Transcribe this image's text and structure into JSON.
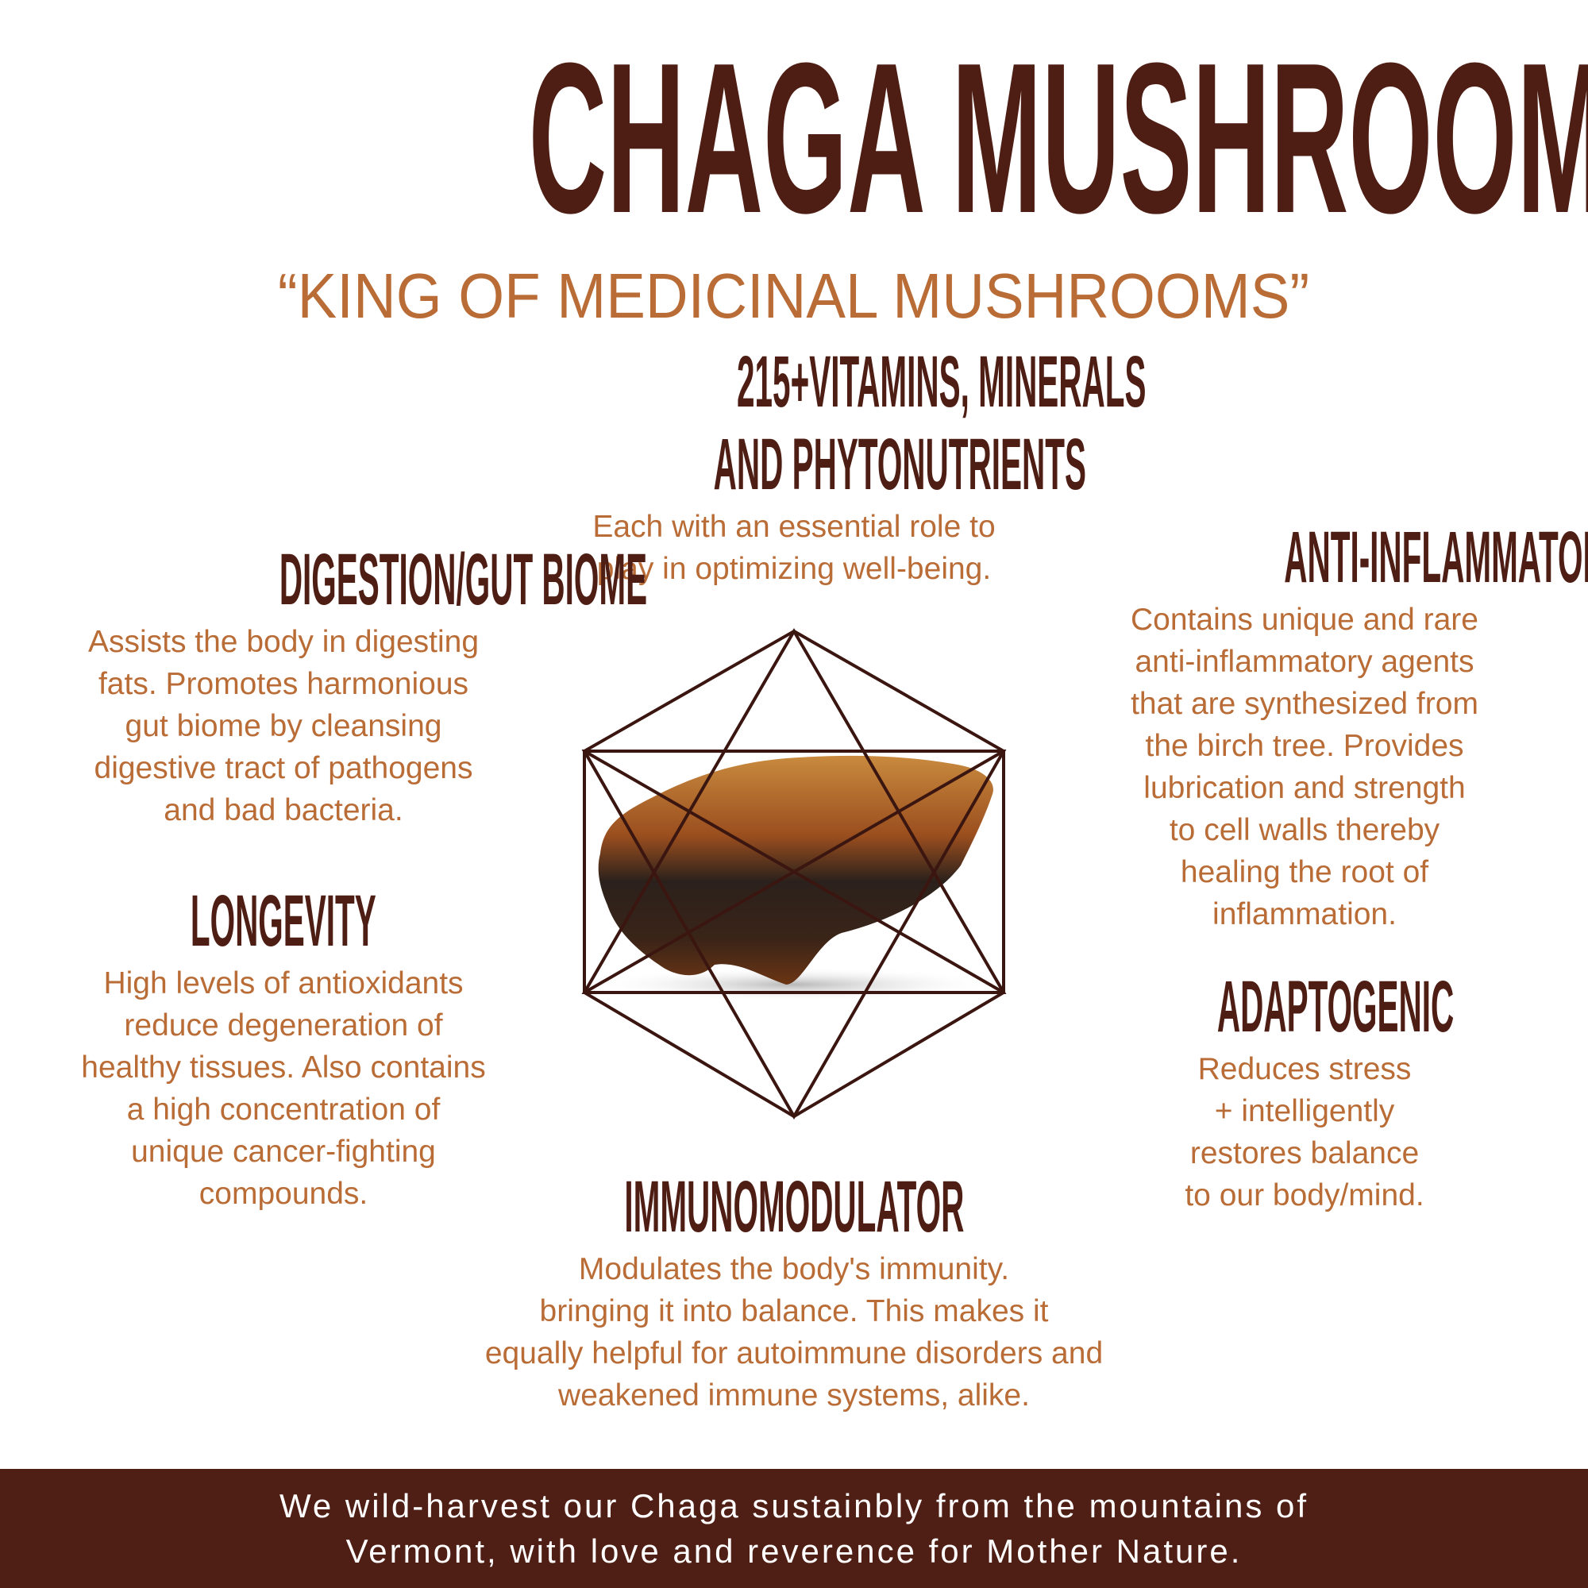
{
  "colors": {
    "dark_brown": "#4e1e14",
    "orange": "#b96c36",
    "footer_bg": "#4f1f15"
  },
  "header": {
    "title": "CHAGA MUSHROOM",
    "subtitle": "“KING OF MEDICINAL MUSHROOMS”"
  },
  "sections": {
    "vitamins": {
      "heading": [
        "215+VITAMINS, MINERALS",
        "AND PHYTONUTRIENTS"
      ],
      "body": [
        "Each with an essential role to",
        "play in optimizing well-being."
      ]
    },
    "digestion": {
      "heading": [
        "DIGESTION/GUT BIOME"
      ],
      "body": [
        "Assists the body in digesting",
        "fats. Promotes harmonious",
        "gut biome by cleansing",
        "digestive tract of pathogens",
        "and bad bacteria."
      ]
    },
    "longevity": {
      "heading": [
        "LONGEVITY"
      ],
      "body": [
        "High levels of antioxidants",
        "reduce degeneration of",
        "healthy tissues. Also contains",
        "a high concentration of",
        "unique cancer-fighting",
        "compounds."
      ]
    },
    "anti_inflammatory": {
      "heading": [
        "ANTI-INFLAMMATORY"
      ],
      "body": [
        "Contains unique and rare",
        "anti-inflammatory agents",
        "that are synthesized from",
        "the birch tree. Provides",
        "lubrication and strength",
        "to cell walls thereby",
        "healing the root of",
        "inflammation."
      ]
    },
    "adaptogenic": {
      "heading": [
        "ADAPTOGENIC"
      ],
      "body": [
        "Reduces stress",
        "+ intelligently",
        "restores balance",
        "to our body/mind."
      ]
    },
    "immunomodulator": {
      "heading": [
        "IMMUNOMODULATOR"
      ],
      "body": [
        "Modulates the body's immunity.",
        "bringing it into balance. This makes it",
        "equally helpful for autoimmune disorders and",
        "weakened immune systems, alike."
      ]
    }
  },
  "footer": {
    "lines": [
      "We wild-harvest our Chaga sustainbly from the mountains of",
      "Vermont, with love and reverence for Mother Nature."
    ]
  }
}
